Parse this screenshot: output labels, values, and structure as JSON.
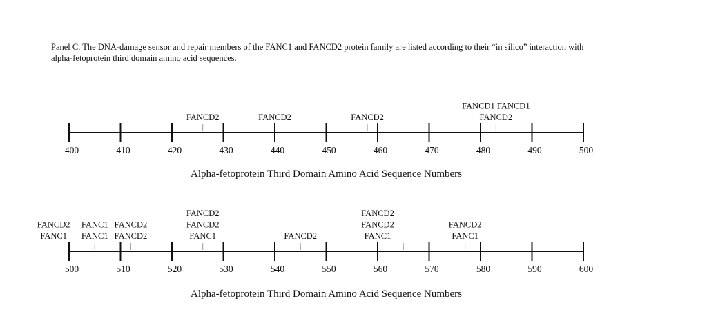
{
  "caption": {
    "line1": "Panel C. The DNA-damage sensor and repair members of the FANC1 and FANCD2 protein family are listed according to their “in silico” interaction with",
    "line2": "alpha-fetoprotein third domain amino acid sequences."
  },
  "axes": [
    {
      "id": "top",
      "range": [
        400,
        500
      ],
      "ticks": [
        "400",
        "410",
        "420",
        "430",
        "440",
        "450",
        "460",
        "470",
        "480",
        "490",
        "500"
      ],
      "title": "Alpha-fetoprotein Third Domain Amino Acid Sequence Numbers",
      "annotations": [
        {
          "pos": 426,
          "labels": [
            "FANCD2"
          ]
        },
        {
          "pos": 440,
          "labels": [
            "FANCD2"
          ],
          "no_mark": true
        },
        {
          "pos": 458,
          "labels": [
            "FANCD2"
          ]
        },
        {
          "pos": 483,
          "labels": [
            "FANCD2"
          ],
          "no_mark": true
        },
        {
          "pos": 483,
          "labels": [
            "FANCD1 FANCD1"
          ]
        }
      ]
    },
    {
      "id": "bottom",
      "range": [
        500,
        600
      ],
      "ticks": [
        "500",
        "510",
        "520",
        "530",
        "540",
        "550",
        "560",
        "570",
        "580",
        "590",
        "600"
      ],
      "title": "Alpha-fetoprotein Third Domain Amino Acid Sequence Numbers",
      "annotations": [
        {
          "pos": 497,
          "labels": [
            "FANCD2",
            "FANC1"
          ],
          "no_mark": true
        },
        {
          "pos": 505,
          "labels": [
            "FANC1",
            "FANC1"
          ]
        },
        {
          "pos": 512,
          "labels": [
            "FANCD2",
            "FANCD2"
          ]
        },
        {
          "pos": 526,
          "labels": [
            "FANCD2",
            "FANCD2",
            "FANC1"
          ]
        },
        {
          "pos": 545,
          "labels": [
            "FANCD2"
          ]
        },
        {
          "pos": 560,
          "labels": [
            "FANCD2",
            "FANCD2",
            "FANC1"
          ],
          "no_mark": true
        },
        {
          "pos": 565,
          "labels": [],
          "mark_only": true
        },
        {
          "pos": 577,
          "labels": [
            "FANCD2",
            "FANC1"
          ]
        }
      ]
    }
  ]
}
